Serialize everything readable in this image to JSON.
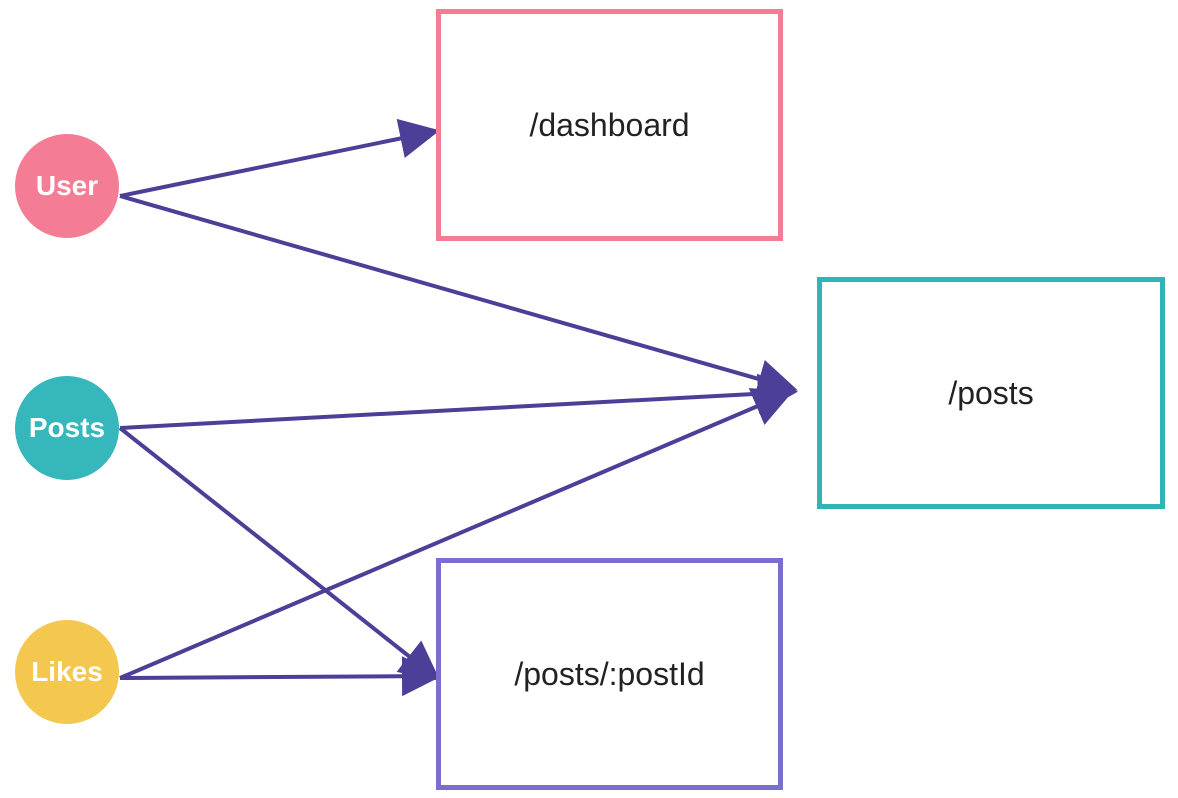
{
  "colors": {
    "user": "#F47C95",
    "posts": "#35B7BB",
    "likes": "#F4C84E",
    "dashboard_border": "#F47C95",
    "posts_border": "#2FB5B8",
    "postid_border": "#7A6FCF",
    "arrow": "#4B3F98"
  },
  "nodes": {
    "user": "User",
    "posts": "Posts",
    "likes": "Likes"
  },
  "routes": {
    "dashboard": "/dashboard",
    "posts": "/posts",
    "postid": "/posts/:postId"
  },
  "edges": [
    {
      "from": "user",
      "to": "dashboard"
    },
    {
      "from": "user",
      "to": "posts"
    },
    {
      "from": "posts",
      "to": "posts"
    },
    {
      "from": "posts",
      "to": "postid"
    },
    {
      "from": "likes",
      "to": "posts"
    },
    {
      "from": "likes",
      "to": "postid"
    }
  ]
}
